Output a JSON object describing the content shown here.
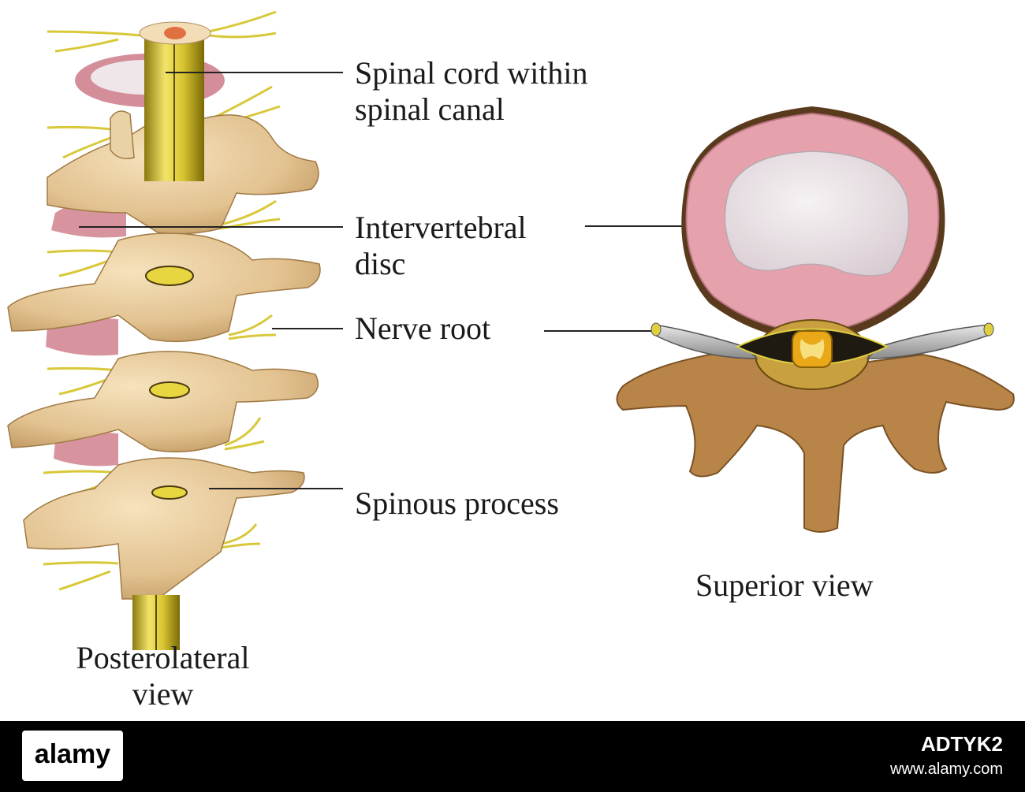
{
  "labels": {
    "spinal_cord_line1": "Spinal cord within",
    "spinal_cord_line2": "spinal canal",
    "disc_line1": "Intervertebral",
    "disc_line2": "disc",
    "nerve_root": "Nerve root",
    "spinous_process": "Spinous process"
  },
  "views": {
    "posterolateral_line1": "Posterolateral",
    "posterolateral_line2": "view",
    "superior": "Superior view"
  },
  "watermark": {
    "logo": "alamy",
    "image_id": "ADTYK2",
    "site": "www.alamy.com"
  },
  "colors": {
    "bone": "#e6c89a",
    "bone_dark": "#c49a5e",
    "lamina": "#b07a3c",
    "disc_annulus": "#e6a2ac",
    "disc_nucleus": "#ede6ea",
    "cord": "#d6c22e",
    "nerve": "#e0d040",
    "nerve_sheath": "#a8a8a8",
    "leader_line": "#222222"
  }
}
